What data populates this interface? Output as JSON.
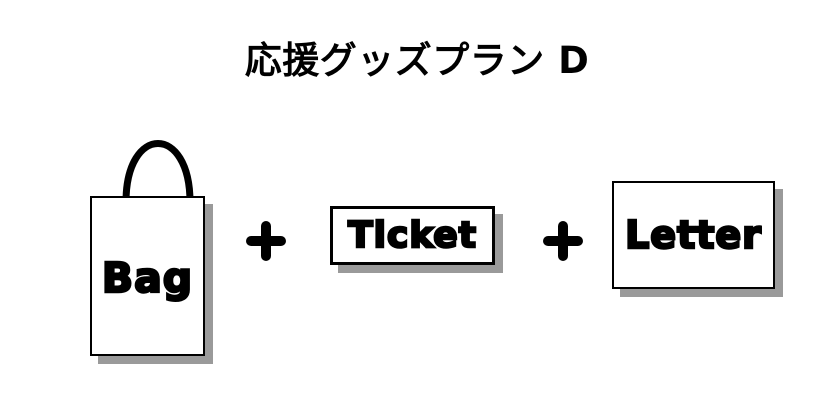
{
  "page": {
    "title": "応援グッズプラン D",
    "background_color": "#ffffff",
    "ink_color": "#000000",
    "shadow_color": "#9a9a9a"
  },
  "items": {
    "bag": {
      "label": "Bag",
      "icon": "shopping-bag-icon"
    },
    "ticket": {
      "label": "Ticket",
      "icon": "ticket-card-icon"
    },
    "letter": {
      "label": "Letter",
      "icon": "letter-card-icon"
    }
  },
  "operators": {
    "plus_one": "+",
    "plus_two": "+"
  }
}
